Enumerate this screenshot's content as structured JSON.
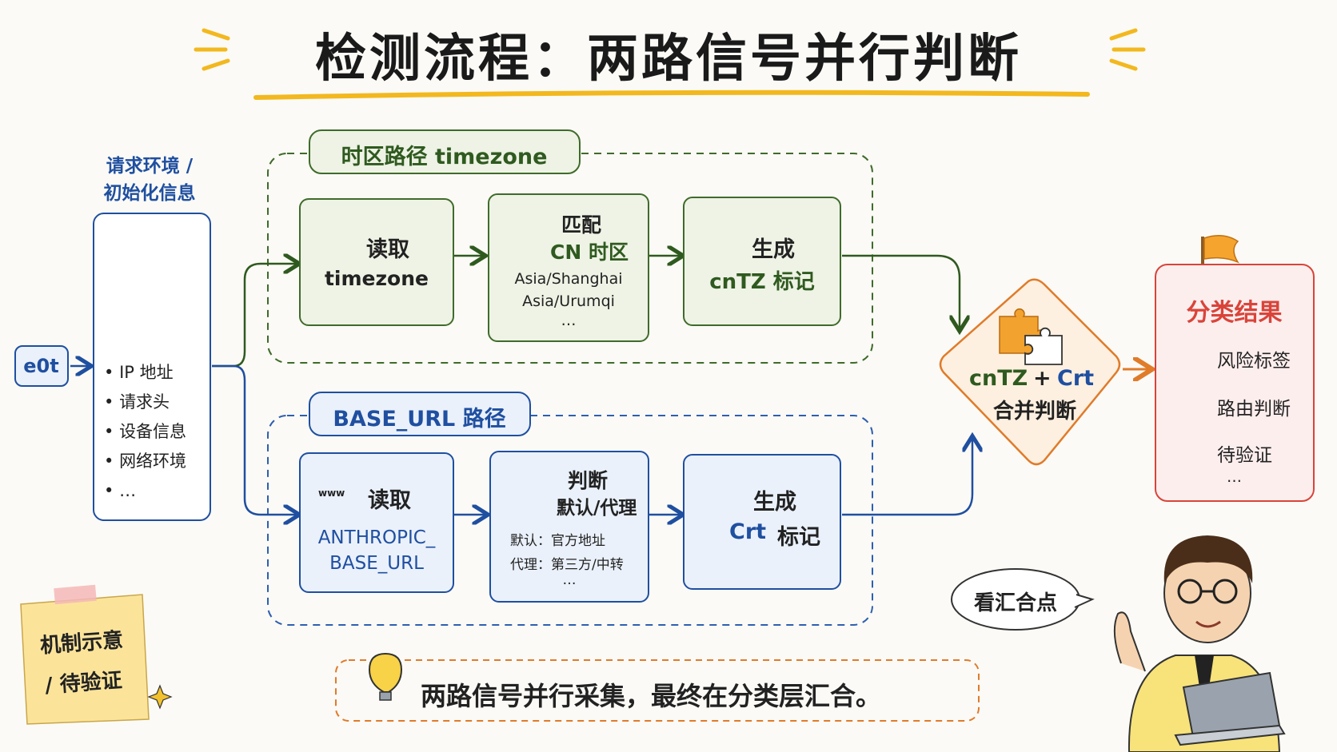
{
  "title": "检测流程：两路信号并行判断",
  "input_label": "e0t",
  "env": {
    "caption_line1": "请求环境 /",
    "caption_line2": "初始化信息",
    "items": [
      "IP 地址",
      "请求头",
      "设备信息",
      "网络环境",
      "…"
    ]
  },
  "timezone_branch": {
    "label": "时区路径  timezone",
    "step1": {
      "line1": "读取",
      "line2": "timezone"
    },
    "step2": {
      "line1": "匹配",
      "line2": "CN 时区",
      "ex1": "Asia/Shanghai",
      "ex2": "Asia/Urumqi",
      "ex3": "…"
    },
    "step3": {
      "line1": "生成",
      "line2": "cnTZ 标记"
    }
  },
  "baseurl_branch": {
    "label": "BASE_URL 路径",
    "step1": {
      "line1": "读取",
      "line2": "ANTHROPIC_",
      "line3": "BASE_URL",
      "icon_text": "www"
    },
    "step2": {
      "line1": "判断",
      "line2": "默认/代理",
      "ex1": "默认：官方地址",
      "ex2": "代理：第三方/中转",
      "ex3": "…"
    },
    "step3": {
      "line1": "生成",
      "line2a": "Crt",
      "line2b": "标记"
    }
  },
  "merge": {
    "line1a": "cnTZ",
    "line1b": "+",
    "line1c": "Crt",
    "line2": "合并判断"
  },
  "result": {
    "title": "分类结果",
    "items": [
      "风险标签",
      "路由判断",
      "待验证"
    ],
    "more": "…"
  },
  "note": {
    "line1": "机制示意",
    "line2": "/ 待验证"
  },
  "bottom_note": "两路信号并行采集，最终在分类层汇合。",
  "speech": "看汇合点",
  "colors": {
    "green": "#3f6b2a",
    "blue": "#1f4fa0",
    "orange": "#e07b2a",
    "red": "#d9443a",
    "yellow": "#f2c12e"
  }
}
